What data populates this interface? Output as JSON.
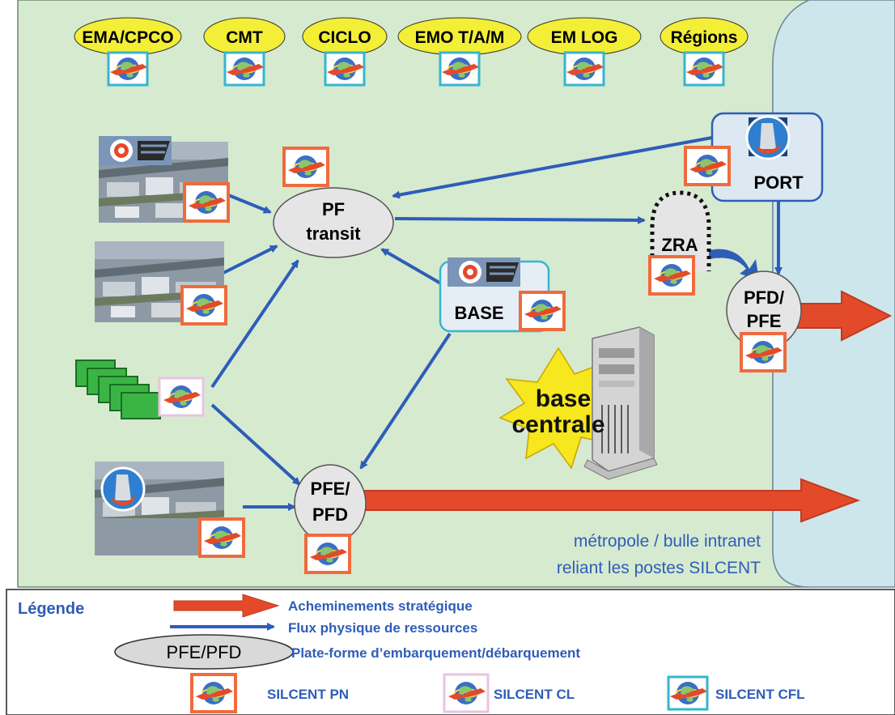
{
  "colors": {
    "metro_bg": "#d6ead0",
    "sea_bg": "#cde6ec",
    "yellow_oval": "#f3ee36",
    "node_gray": "#e5e5e5",
    "flow_blue": "#2e5db8",
    "strategic_red": "#e34a2a",
    "silcent_pn": "#ef6b3d",
    "silcent_cl": "#e8c4e0",
    "silcent_cfl": "#35b6cf",
    "text_blue": "#2e5db8"
  },
  "top_units": [
    {
      "label": "EMA/CPCO"
    },
    {
      "label": "CMT"
    },
    {
      "label": "CICLO"
    },
    {
      "label": "EMO T/A/M"
    },
    {
      "label": "EM LOG"
    },
    {
      "label": "Régions"
    }
  ],
  "nodes": {
    "pf_transit": {
      "line1": "PF",
      "line2": "transit"
    },
    "pfe_pfd": {
      "line1": "PFE/",
      "line2": "PFD"
    },
    "pfd_pfe": {
      "line1": "PFD/",
      "line2": "PFE"
    },
    "zra": {
      "label": "ZRA"
    },
    "port": {
      "label": "PORT"
    },
    "base": {
      "label": "BASE"
    },
    "base_centrale": {
      "line1": "base",
      "line2": "centrale"
    }
  },
  "caption": {
    "line1": "métropole / bulle intranet",
    "line2": "reliant les postes SILCENT"
  },
  "legend": {
    "title": "Légende",
    "strategic": "Acheminements stratégique",
    "physical": "Flux physique de ressources",
    "platform_abbr": "PFE/PFD",
    "platform_desc": "Plate-forme d’embarquement/débarquement",
    "silcent_pn": "SILCENT PN",
    "silcent_cl": "SILCENT CL",
    "silcent_cfl": "SILCENT CFL"
  }
}
